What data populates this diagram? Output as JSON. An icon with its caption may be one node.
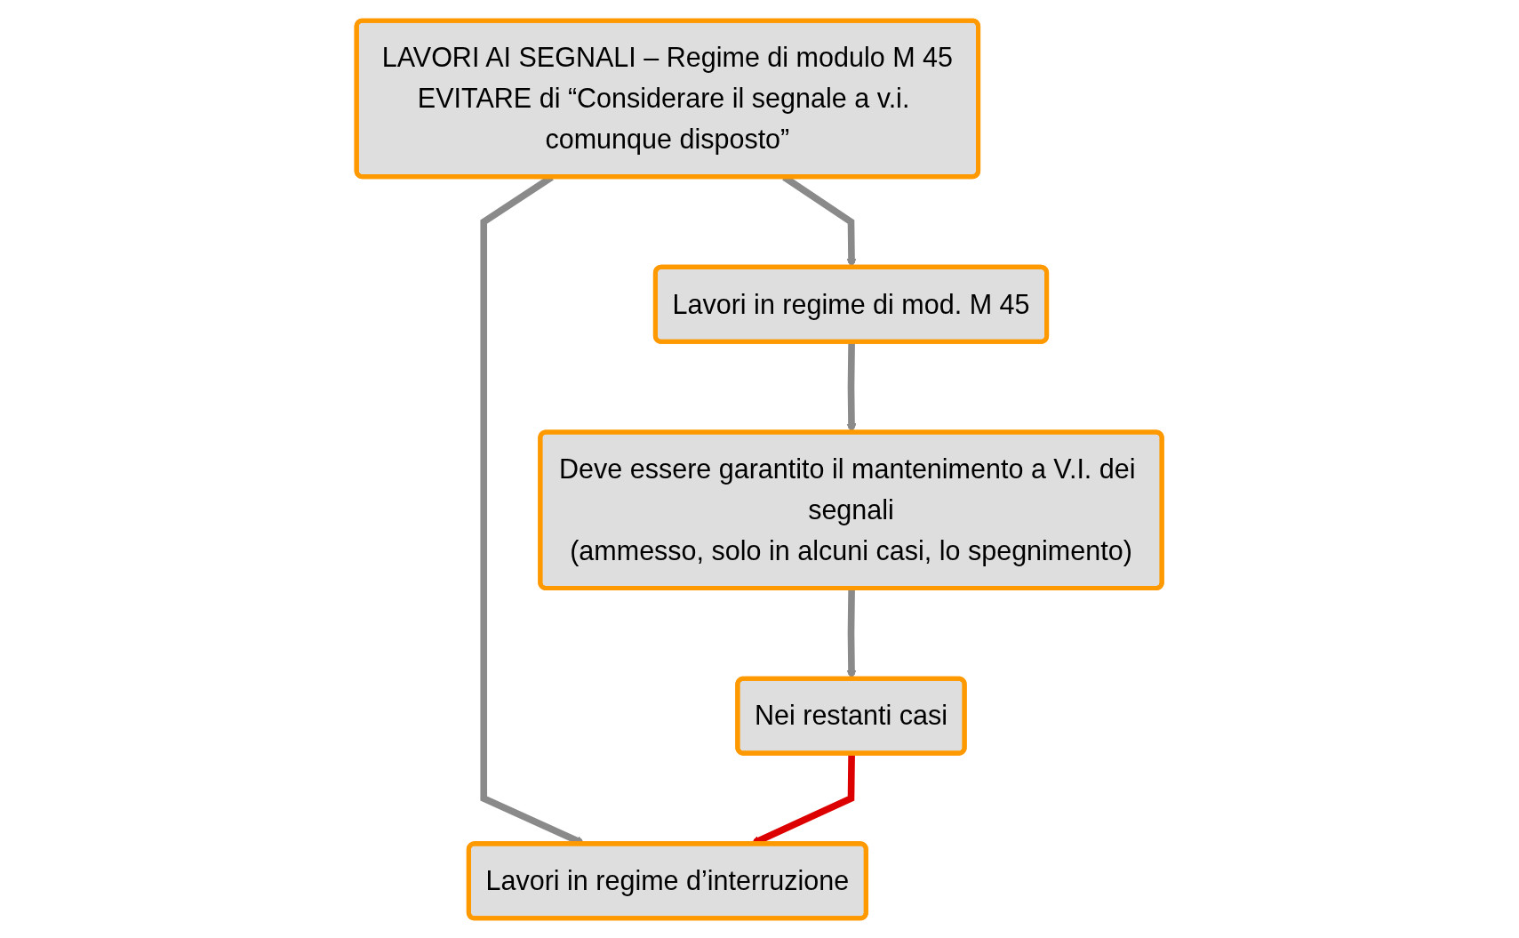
{
  "diagram": {
    "nodes": [
      {
        "text": [
          "LAVORI AI SEGNALI – Regime di modulo M 45",
          "EVITARE di “Considerare il segnale a v.i. comunque disposto”"
        ]
      },
      {
        "text": [
          "Lavori in regime di mod. M 45"
        ]
      },
      {
        "text": [
          "Lavori in regime d’interruzione"
        ]
      },
      {
        "text": [
          "Deve essere garantito il mantenimento a V.I. dei segnali",
          "(ammesso, solo in alcuni casi, lo spegnimento)"
        ]
      },
      {
        "text": [
          "Nei restanti casi"
        ]
      }
    ],
    "edges": [
      {
        "from": 0,
        "to": 1,
        "arrow": "to"
      },
      {
        "from": 0,
        "to": 2,
        "arrow": "to"
      },
      {
        "from": 1,
        "to": 3,
        "arrow": "to"
      },
      {
        "from": 3,
        "to": 4,
        "arrow": "to"
      },
      {
        "from": 4,
        "to": 2,
        "arrow": "to",
        "color": "#dd0000"
      }
    ]
  }
}
